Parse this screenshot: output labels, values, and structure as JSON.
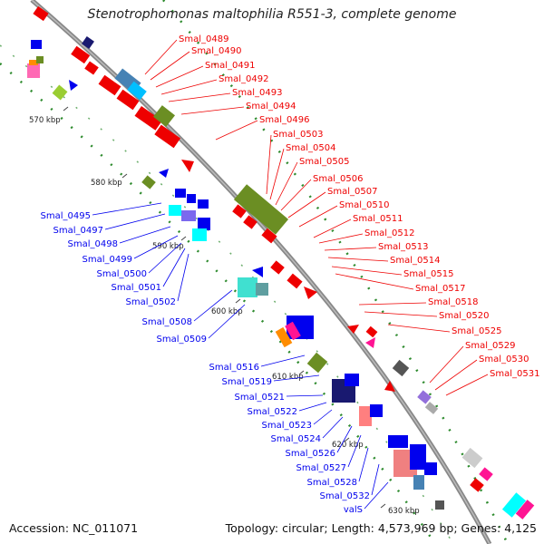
{
  "title": "Stenotrophomonas maltophilia R551-3, complete genome",
  "footer": {
    "accession": "Accession: NC_011071",
    "summary": "Topology: circular; Length: 4,573,969 bp; Genes: 4,125"
  },
  "colors": {
    "backbone": "#8c8c8c",
    "red": "#ee0000",
    "blue": "#0000ee",
    "olive": "#6b8e23",
    "dotted_ring": "#2e8b2e"
  },
  "scale_ticks": [
    "570 kbp",
    "580 kbp",
    "590 kbp",
    "600 kbp",
    "610 kbp",
    "620 kbp",
    "630 kbp"
  ],
  "right_labels": [
    "Smal_0489",
    "Smal_0490",
    "Smal_0491",
    "Smal_0492",
    "Smal_0493",
    "Smal_0494",
    "Smal_0496",
    "Smal_0503",
    "Smal_0504",
    "Smal_0505",
    "Smal_0506",
    "Smal_0507",
    "Smal_0510",
    "Smal_0511",
    "Smal_0512",
    "Smal_0513",
    "Smal_0514",
    "Smal_0515",
    "Smal_0517",
    "Smal_0518",
    "Smal_0520",
    "Smal_0525",
    "Smal_0529",
    "Smal_0530",
    "Smal_0531"
  ],
  "left_labels": [
    "Smal_0495",
    "Smal_0497",
    "Smal_0498",
    "Smal_0499",
    "Smal_0500",
    "Smal_0501",
    "Smal_0502",
    "Smal_0508",
    "Smal_0509",
    "Smal_0516",
    "Smal_0519",
    "Smal_0521",
    "Smal_0522",
    "Smal_0523",
    "Smal_0524",
    "Smal_0526",
    "Smal_0527",
    "Smal_0528",
    "Smal_0532",
    "valS"
  ]
}
